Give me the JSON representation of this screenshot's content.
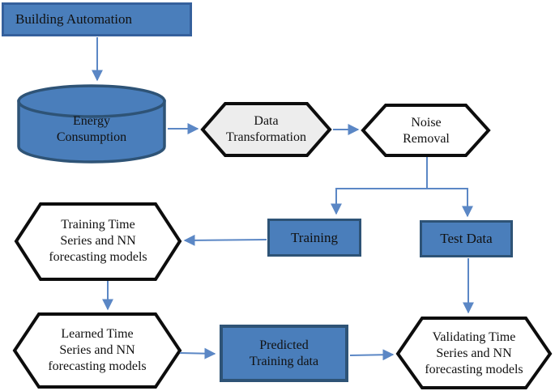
{
  "figure": {
    "title": "Energy consumption forecasting flow diagram",
    "colors": {
      "node_fill_blue": "#4a7ebb",
      "node_border_blue": "#35609c",
      "rect_border_dark": "#2e5376",
      "arrow_blue": "#5b87c5",
      "hex_fill_light": "#ededed",
      "hex_fill_white": "#ffffff",
      "hex_border_black": "#0d0d0d",
      "text_color": "#111111"
    },
    "nodes": {
      "building_automation": {
        "label": "Building Automation",
        "shape": "rectangle",
        "fill": "blue"
      },
      "energy_consumption": {
        "label": "Energy\nConsumption",
        "shape": "cylinder",
        "fill": "blue"
      },
      "data_transformation": {
        "label": "Data\nTransformation",
        "shape": "hexagon",
        "fill": "light-gray"
      },
      "noise_removal": {
        "label": "Noise\nRemoval",
        "shape": "hexagon",
        "fill": "white"
      },
      "training": {
        "label": "Training",
        "shape": "rectangle",
        "fill": "blue"
      },
      "test_data": {
        "label": "Test Data",
        "shape": "rectangle",
        "fill": "blue"
      },
      "training_models": {
        "label": "Training Time\nSeries and NN\nforecasting models",
        "shape": "hexagon",
        "fill": "white"
      },
      "learned_models": {
        "label": "Learned Time\nSeries and NN\nforecasting models",
        "shape": "hexagon",
        "fill": "white"
      },
      "predicted_training": {
        "label": "Predicted\nTraining data",
        "shape": "rectangle",
        "fill": "blue"
      },
      "validating_models": {
        "label": "Validating Time\nSeries and NN\nforecasting models",
        "shape": "hexagon",
        "fill": "white"
      }
    },
    "edges": [
      {
        "from": "building_automation",
        "to": "energy_consumption"
      },
      {
        "from": "energy_consumption",
        "to": "data_transformation"
      },
      {
        "from": "data_transformation",
        "to": "noise_removal"
      },
      {
        "from": "noise_removal",
        "to": "training"
      },
      {
        "from": "noise_removal",
        "to": "test_data"
      },
      {
        "from": "training",
        "to": "training_models"
      },
      {
        "from": "training_models",
        "to": "learned_models"
      },
      {
        "from": "learned_models",
        "to": "predicted_training"
      },
      {
        "from": "predicted_training",
        "to": "validating_models"
      },
      {
        "from": "test_data",
        "to": "validating_models"
      }
    ]
  }
}
